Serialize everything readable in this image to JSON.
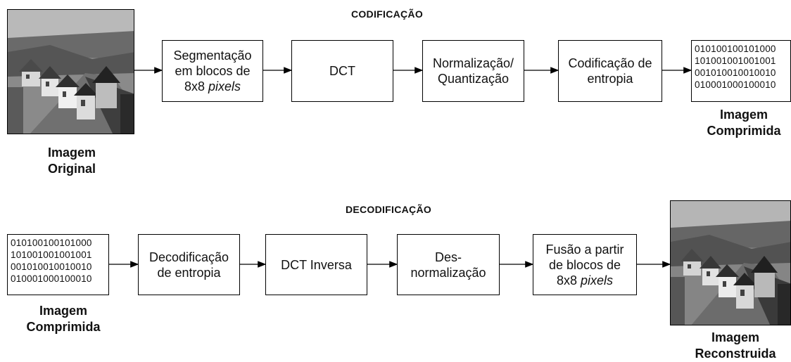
{
  "encoding": {
    "title": "CODIFICAÇÃO",
    "original_caption": [
      "Imagem",
      "Original"
    ],
    "boxes": [
      {
        "lines": [
          "Segmentação",
          "em blocos de",
          "8x8 "
        ],
        "italic": "pixels"
      },
      {
        "lines": [
          "DCT"
        ]
      },
      {
        "lines": [
          "Normalização/",
          "Quantização"
        ]
      },
      {
        "lines": [
          "Codificação de",
          "entropia"
        ]
      }
    ],
    "bits": [
      "010100100101000",
      "101001001001001",
      "001010010010010",
      "010001000100010"
    ],
    "compressed_caption": [
      "Imagem",
      "Comprimida"
    ]
  },
  "decoding": {
    "title": "DECODIFICAÇÃO",
    "bits": [
      "010100100101000",
      "101001001001001",
      "001010010010010",
      "010001000100010"
    ],
    "compressed_caption": [
      "Imagem",
      "Comprimida"
    ],
    "boxes": [
      {
        "lines": [
          "Decodificação",
          "de entropia"
        ]
      },
      {
        "lines": [
          "DCT Inversa"
        ]
      },
      {
        "lines": [
          "Des-",
          "normalização"
        ]
      },
      {
        "lines": [
          "Fusão a partir",
          "de blocos de",
          "8x8 "
        ],
        "italic": "pixels"
      }
    ],
    "reconstructed_caption": [
      "Imagem",
      "Reconstruida"
    ]
  },
  "colors": {
    "line": "#000000",
    "background": "#ffffff"
  }
}
